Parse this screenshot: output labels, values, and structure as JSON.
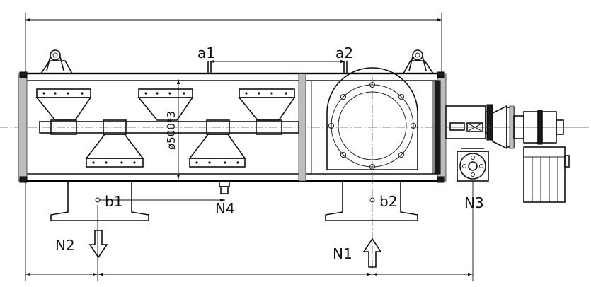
{
  "labels": {
    "a1": "a1",
    "a2": "a2",
    "b1": "b1",
    "b2": "b2",
    "n1": "N1",
    "n2": "N2",
    "n3": "N3",
    "n4": "N4",
    "diameter": "ø500*3"
  }
}
